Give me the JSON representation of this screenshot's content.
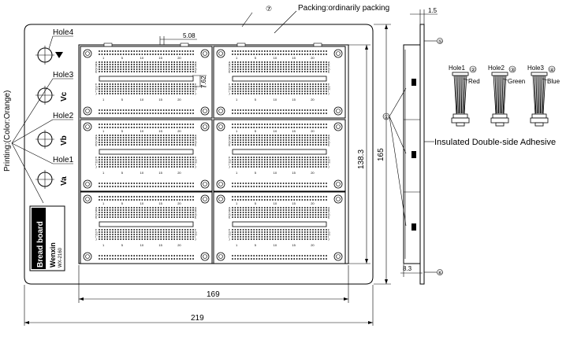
{
  "labels": {
    "packing": "Packing:ordinarily packing",
    "printing": "Printing:(Color:Orange)",
    "adhesive": "Insulated Double-side Adhesive",
    "hole4": "Hole4",
    "hole3": "Hole3",
    "hole2": "Hole2",
    "hole1": "Hole1",
    "vc": "Vc",
    "vb": "Vb",
    "va": "Va",
    "ground_symbol": "⏚"
  },
  "dimensions": {
    "pitch": "5.08",
    "gap": "7.62",
    "inner_width": "169",
    "outer_width": "219",
    "inner_height": "138.3",
    "outer_height": "165",
    "thickness_top": "1.5",
    "thickness_bottom": "8.3"
  },
  "callouts": {
    "c1": "①",
    "c2": "②",
    "c3": "③",
    "c4": "④",
    "c5": "⑤",
    "c6": "⑥",
    "c7": "⑦"
  },
  "posts": [
    {
      "hole": "Hole1",
      "color_name": "Red",
      "num": "②"
    },
    {
      "hole": "Hole2",
      "color_name": "Green",
      "num": "③"
    },
    {
      "hole": "Hole3",
      "color_name": "Blue",
      "num": "④"
    }
  ],
  "logo": {
    "line1": "Bread board",
    "line2": "Wenxin",
    "line3": "WX-2160"
  },
  "module_numbers": [
    "1",
    "5",
    "10",
    "15",
    "20"
  ],
  "row_letters": [
    "A",
    "B",
    "C",
    "D",
    "E",
    "F",
    "G",
    "H",
    "I",
    "J"
  ]
}
